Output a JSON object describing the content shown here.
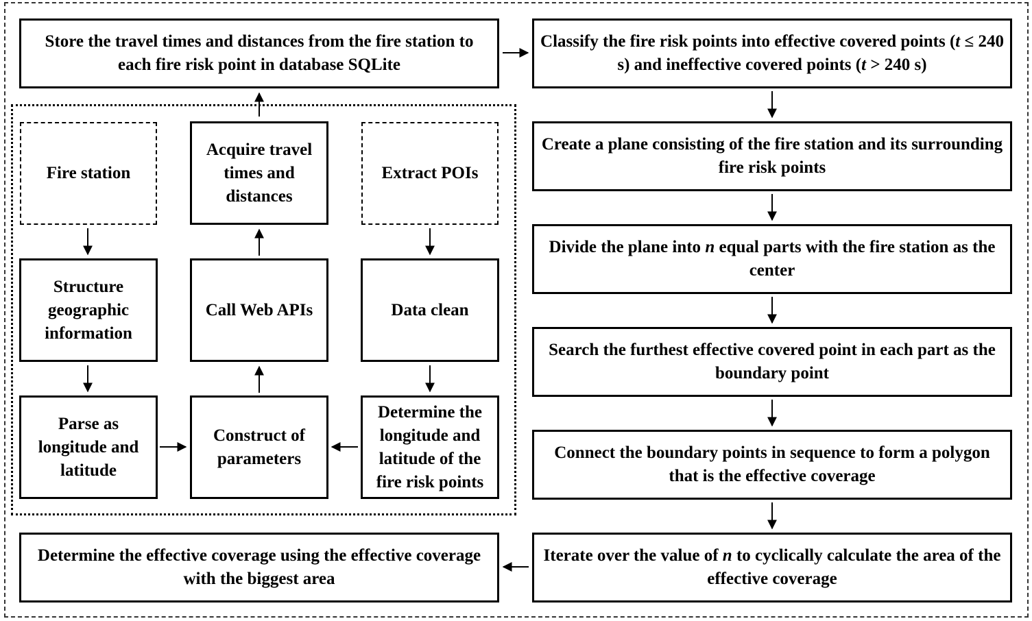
{
  "boxes": {
    "store": "Store the travel times and distances from the fire station to each fire risk point in database SQLite",
    "classify_a": "Classify the fire risk points into effective covered points (",
    "classify_t1": "t",
    "classify_b": " ≤ 240 s) and ineffective covered points (",
    "classify_t2": "t",
    "classify_c": " > 240 s)",
    "fire_station": "Fire station",
    "acquire": "Acquire travel times and distances",
    "extract": "Extract POIs",
    "structure": "Structure geographic information",
    "call_api": "Call Web APIs",
    "data_clean": "Data clean",
    "parse": "Parse as longitude and latitude",
    "construct": "Construct of parameters",
    "determine_ll": "Determine the longitude and latitude of the fire risk points",
    "create_plane": "Create a plane consisting of the fire station and its surrounding fire risk points",
    "divide_a": "Divide the plane into ",
    "divide_n": "n",
    "divide_b": " equal parts with the fire station as the center",
    "search": "Search the furthest effective covered point in each part as the boundary point",
    "connect": "Connect the boundary points in sequence to form a polygon that is the effective coverage",
    "iterate_a": "Iterate over the value of ",
    "iterate_n": "n",
    "iterate_b": " to cyclically calculate the area of the effective coverage",
    "determine_cov": "Determine the effective coverage using the effective coverage with the biggest area"
  }
}
